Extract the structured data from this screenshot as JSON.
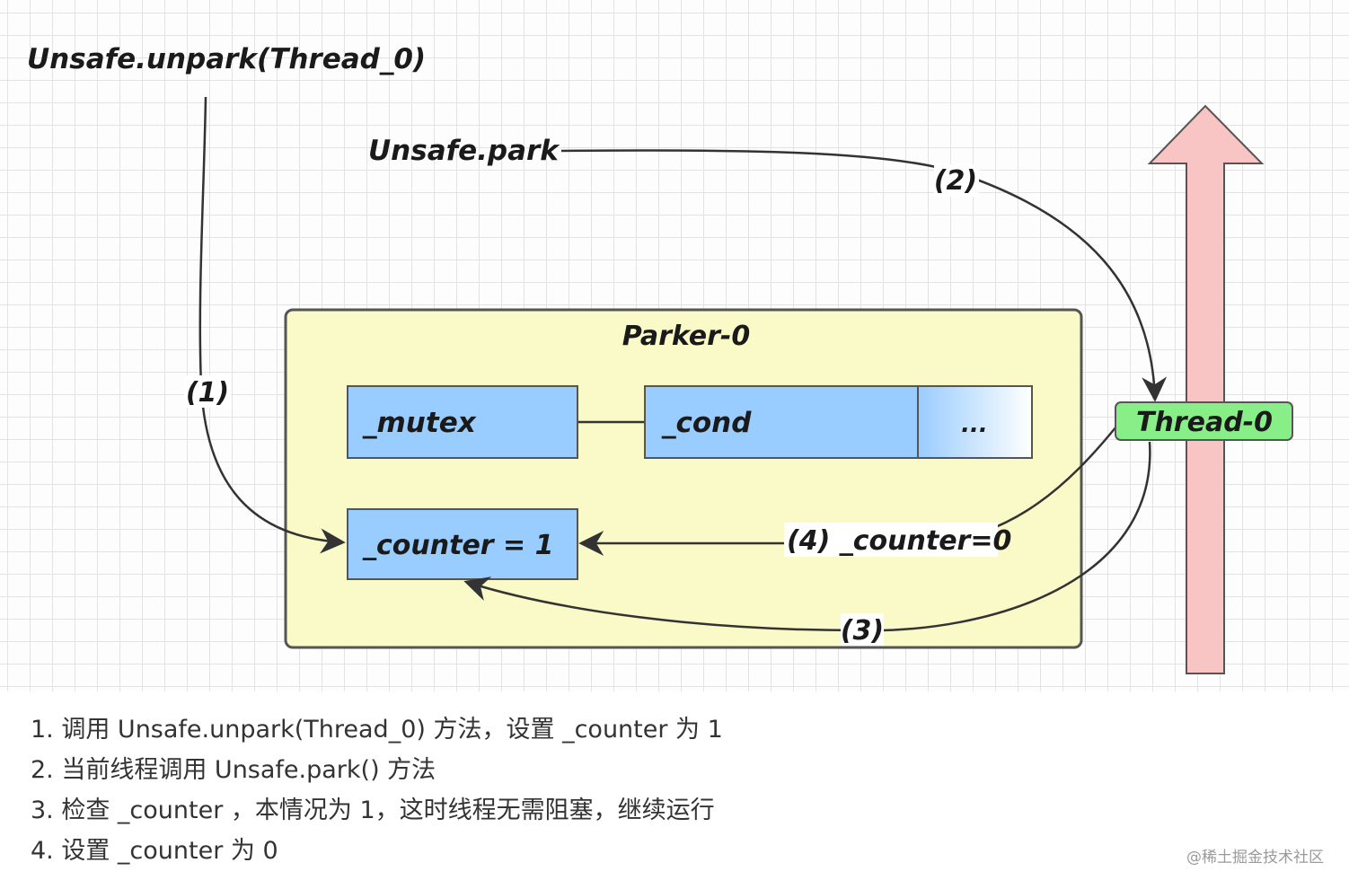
{
  "diagram": {
    "unpark_call": "Unsafe.unpark(Thread_0)",
    "park_call": "Unsafe.park",
    "parker_title": "Parker-0",
    "mutex_label": "_mutex",
    "cond_label": "_cond",
    "ellipsis_label": "...",
    "counter_label": "_counter = 1",
    "thread_label": "Thread-0",
    "step1_label": "(1)",
    "step2_label": "(2)",
    "step3_label": "(3)",
    "step4_label": "(4) _counter=0",
    "colors": {
      "parker_fill": "#fafac8",
      "field_fill": "#99ccff",
      "thread_fill": "#88ee88",
      "thread_arrow_fill": "#f8c4c4"
    }
  },
  "notes": [
    "1. 调用 Unsafe.unpark(Thread_0) 方法，设置 _counter 为 1",
    "2. 当前线程调用 Unsafe.park() 方法",
    "3. 检查 _counter ，本情况为 1，这时线程无需阻塞，继续运行",
    "4. 设置 _counter 为 0"
  ],
  "credit": "@稀土掘金技术社区"
}
